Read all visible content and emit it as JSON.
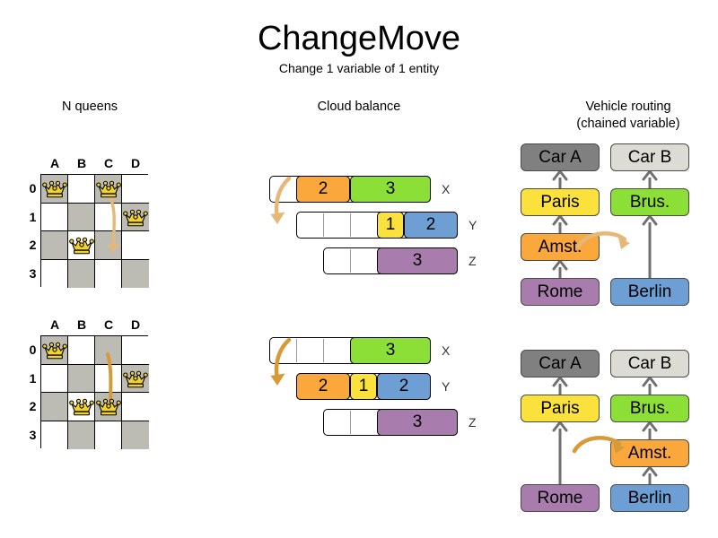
{
  "header": {
    "title": "ChangeMove",
    "subtitle": "Change 1 variable of 1 entity"
  },
  "columns": [
    {
      "id": "n-queens",
      "label": "N queens"
    },
    {
      "id": "cloud-balance",
      "label": "Cloud balance"
    },
    {
      "id": "vehicle-routing",
      "label_line1": "Vehicle routing",
      "label_line2": "(chained variable)"
    }
  ],
  "colors": {
    "orange": "#faa73c",
    "green": "#8cdf36",
    "blue": "#6d9fd4",
    "yellow": "#fae13c",
    "purple": "#a87cad",
    "car_a_gray": "#808080",
    "car_b_gray": "#dcdcd5",
    "board_dark": "#bcbcb4",
    "board_light": "#ffffff",
    "queen_gold": "#f2d22e",
    "arrow_tan": "#e6b878",
    "arrow_dark_tan": "#d79a36",
    "edge_gray": "#707070"
  },
  "n_queens": {
    "files": [
      "A",
      "B",
      "C",
      "D"
    ],
    "ranks": [
      "0",
      "1",
      "2",
      "3"
    ],
    "before": {
      "queens": [
        {
          "file": "A",
          "rank": "0"
        },
        {
          "file": "C",
          "rank": "0"
        },
        {
          "file": "D",
          "rank": "1"
        },
        {
          "file": "B",
          "rank": "2"
        }
      ],
      "move": {
        "from_file": "C",
        "from_rank": "0",
        "to_file": "C",
        "to_rank": "2"
      }
    },
    "after": {
      "queens": [
        {
          "file": "A",
          "rank": "0"
        },
        {
          "file": "D",
          "rank": "1"
        },
        {
          "file": "B",
          "rank": "2"
        },
        {
          "file": "C",
          "rank": "2"
        }
      ],
      "move": {
        "from_file": "C",
        "from_rank": "0",
        "to_file": "C",
        "to_rank": "2"
      }
    }
  },
  "cloud_balance": {
    "computers": [
      "X",
      "Y",
      "Z"
    ],
    "before": {
      "rows": [
        {
          "computer": "X",
          "empty_slots": 1,
          "processes": [
            {
              "label": "2",
              "color": "orange",
              "size": 2
            },
            {
              "label": "3",
              "color": "green",
              "size": 3
            }
          ]
        },
        {
          "computer": "Y",
          "empty_slots": 3,
          "processes": [
            {
              "label": "1",
              "color": "yellow",
              "size": 1
            },
            {
              "label": "2",
              "color": "blue",
              "size": 2
            }
          ]
        },
        {
          "computer": "Z",
          "empty_slots": 2,
          "processes": [
            {
              "label": "3",
              "color": "purple",
              "size": 3
            }
          ]
        }
      ]
    },
    "after": {
      "rows": [
        {
          "computer": "X",
          "empty_slots": 3,
          "processes": [
            {
              "label": "3",
              "color": "green",
              "size": 3
            }
          ]
        },
        {
          "computer": "Y",
          "empty_slots": 0,
          "processes": [
            {
              "label": "2",
              "color": "orange",
              "size": 2
            },
            {
              "label": "1",
              "color": "yellow",
              "size": 1
            },
            {
              "label": "2",
              "color": "blue",
              "size": 2
            }
          ]
        },
        {
          "computer": "Z",
          "empty_slots": 2,
          "processes": [
            {
              "label": "3",
              "color": "purple",
              "size": 3
            }
          ]
        }
      ]
    },
    "move": {
      "process": "2",
      "from": "X",
      "to": "Y"
    }
  },
  "vehicle_routing": {
    "before": {
      "chains": [
        {
          "vehicle": "Car A",
          "vehicle_color": "car_a_gray",
          "stops": [
            {
              "label": "Paris",
              "color": "yellow"
            },
            {
              "label": "Amst.",
              "color": "orange"
            },
            {
              "label": "Rome",
              "color": "purple"
            }
          ]
        },
        {
          "vehicle": "Car B",
          "vehicle_color": "car_b_gray",
          "stops": [
            {
              "label": "Brus.",
              "color": "green"
            },
            {
              "label": "Berlin",
              "color": "blue"
            }
          ]
        }
      ]
    },
    "after": {
      "chains": [
        {
          "vehicle": "Car A",
          "vehicle_color": "car_a_gray",
          "stops": [
            {
              "label": "Paris",
              "color": "yellow"
            },
            {
              "label": "Rome",
              "color": "purple"
            }
          ]
        },
        {
          "vehicle": "Car B",
          "vehicle_color": "car_b_gray",
          "stops": [
            {
              "label": "Brus.",
              "color": "green"
            },
            {
              "label": "Amst.",
              "color": "orange"
            },
            {
              "label": "Berlin",
              "color": "blue"
            }
          ]
        }
      ]
    },
    "move": {
      "entity": "Amst.",
      "from_chain": "Car A",
      "to_chain": "Car B"
    }
  }
}
